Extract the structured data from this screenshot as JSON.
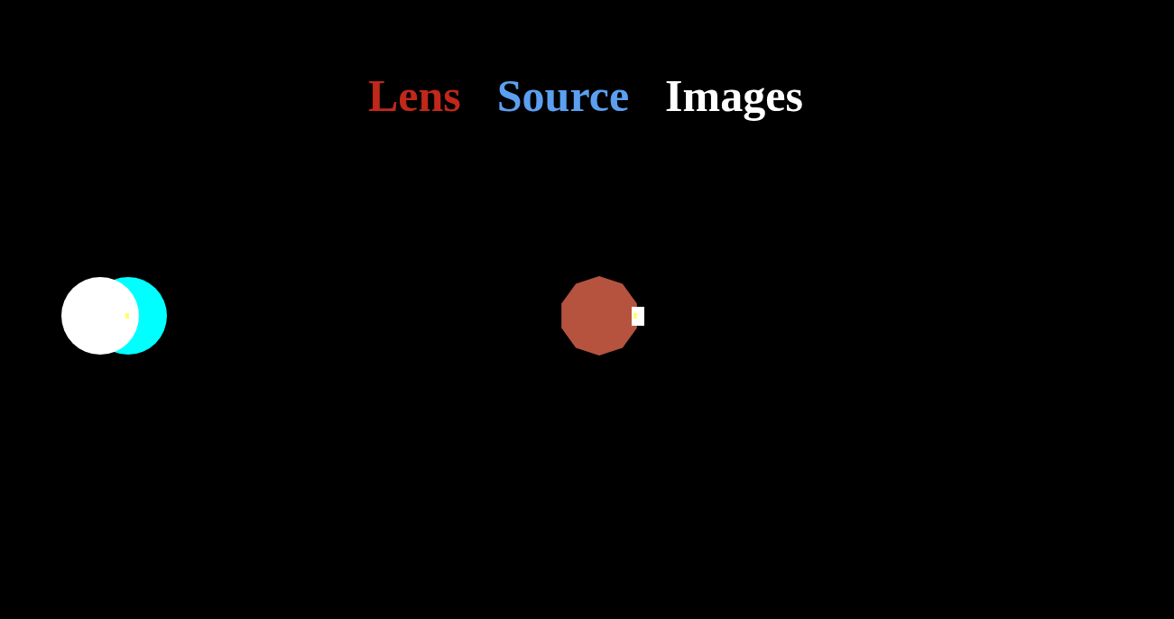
{
  "diagram": {
    "labels": [
      "Lens",
      "Source",
      "Images"
    ]
  }
}
